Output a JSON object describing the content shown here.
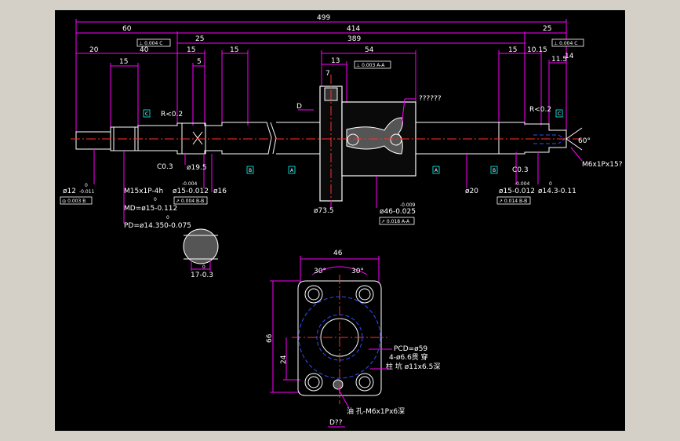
{
  "colors": {
    "background": "#000000",
    "dimension": "#ff00ff",
    "geometry": "#ffffff",
    "centerline": "#ff3030",
    "text": "#ffffff",
    "note": "#00ff66",
    "hidden": "#3050ff",
    "datum": "#00ffff"
  },
  "dims": {
    "overall": "499",
    "left_60": "60",
    "mid_414": "414",
    "right_25": "25",
    "d25": "25",
    "d389": "389",
    "d20": "20",
    "d40": "40",
    "d15a": "15",
    "d15b": "15",
    "d5": "5",
    "d15c": "15",
    "d13": "13",
    "d54": "54",
    "d15r": "15",
    "d10_15": "10.15",
    "d11_5": "11.5",
    "d14": "14",
    "d7": "7",
    "d46": "46",
    "d30a": "30°",
    "d30b": "30°",
    "d66": "66",
    "d24": "24",
    "d60deg": "60°"
  },
  "tolerance_frames": {
    "tf1": "⊥ 0.004 C",
    "tf2": "⊥ 0.004 C",
    "tf3": "⊥ 0.003 A-A",
    "tf4": "◎ 0.003 B",
    "tf5": "↗ 0.004 B-B",
    "tf6": "↗ 0.018 A-A",
    "tf7": "↗ 0.014 B-B"
  },
  "labels": {
    "r02_left": "R<0.2",
    "r02_right": "R<0.2",
    "c03_left": "C0.3",
    "c03_right": "C0.3",
    "d_arrow": "D",
    "unknown_note": "??????",
    "d12": "ø12",
    "d12_tol": "-0.011",
    "d12_tol0": "0",
    "m15": "M15x1P-4h",
    "md": "MD=ø15-0.112",
    "md_tol0": "0",
    "pd": "PD=ø14.350-0.075",
    "pd_tol0": "0",
    "d19_5": "ø19.5",
    "d15l": "ø15-0.012",
    "d15l_top": "-0.004",
    "d16": "ø16",
    "d73_5": "ø73.5",
    "d46n": "ø46-0.025",
    "d46n_top": "-0.009",
    "d20": "ø20",
    "d15r": "ø15-0.012",
    "d15r_top": "-0.004",
    "d14_3": "ø14.3-0.11",
    "d14_3_top": "0",
    "m6": "M6x1Px15?",
    "sec_17": "17-0.3",
    "sec_17_top": "0",
    "pcd": "PCD=ø59",
    "holes": "4-ø6.6贯 穿",
    "cbore": "柱 坑 ø11x6.5深",
    "tap": "油 孔-M6x1Px6深",
    "view": "D??",
    "datum_a": "A",
    "datum_b": "B",
    "datum_c": "C"
  }
}
